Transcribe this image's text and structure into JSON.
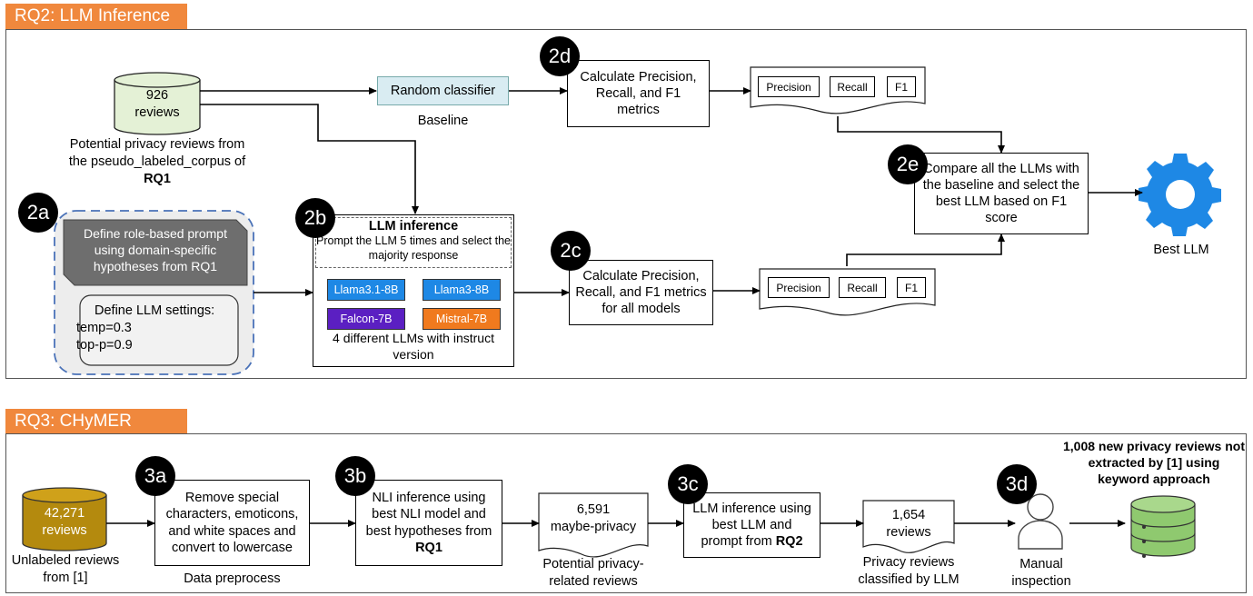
{
  "rq2": {
    "section_label": "RQ2: LLM Inference",
    "reviews_count": "926",
    "reviews_word": "reviews",
    "reviews_caption_line1": "Potential privacy reviews from",
    "reviews_caption_line2": "the pseudo_labeled_corpus of",
    "reviews_caption_bold": "RQ1",
    "random_classifier": "Random classifier",
    "baseline": "Baseline",
    "badge_2a": "2a",
    "badge_2b": "2b",
    "badge_2c": "2c",
    "badge_2d": "2d",
    "badge_2e": "2e",
    "prompt_text": "Define role-based prompt using domain-specific hypotheses from RQ1",
    "settings_title": "Define LLM settings:",
    "settings_temp": "temp=0.3",
    "settings_topp": "top-p=0.9",
    "inference_title": "LLM inference",
    "inference_desc": "Prompt the LLM 5 times and select the majority response",
    "llms": [
      {
        "name": "Llama3.1-8B",
        "color": "#1e88e5"
      },
      {
        "name": "Llama3-8B",
        "color": "#1e88e5"
      },
      {
        "name": "Falcon-7B",
        "color": "#5b1fc2"
      },
      {
        "name": "Mistral-7B",
        "color": "#f07a1e"
      }
    ],
    "llm_caption": "4 different LLMs with instruct version",
    "calc_2c": "Calculate Precision, Recall, and F1 metrics for all models",
    "calc_2d": "Calculate Precision, Recall, and F1 metrics",
    "metric_precision": "Precision",
    "metric_recall": "Recall",
    "metric_f1": "F1",
    "compare_text": "Compare all the LLMs with the baseline and select the best LLM based on F1 score",
    "best_llm": "Best LLM"
  },
  "rq3": {
    "section_label": "RQ3: CHyMER",
    "badge_3a": "3a",
    "badge_3b": "3b",
    "badge_3c": "3c",
    "badge_3d": "3d",
    "unlabeled_count": "42,271",
    "unlabeled_word": "reviews",
    "unlabeled_caption": "Unlabeled reviews from [1]",
    "preprocess_text": "Remove special characters, emoticons, and white spaces and convert to lowercase",
    "preprocess_caption": "Data preprocess",
    "nli_text": "NLI inference using best NLI model and best hypotheses from",
    "nli_bold": "RQ1",
    "maybe_count": "6,591",
    "maybe_label": "maybe-privacy",
    "maybe_caption": "Potential privacy-related reviews",
    "llm_inf_text": "LLM inference using best LLM and prompt from",
    "llm_inf_bold": "RQ2",
    "classified_count": "1,654",
    "classified_word": "reviews",
    "classified_caption": "Privacy reviews classified by LLM",
    "manual_caption": "Manual inspection",
    "final_text": "1,008 new privacy reviews not extracted by [1] using keyword approach"
  }
}
